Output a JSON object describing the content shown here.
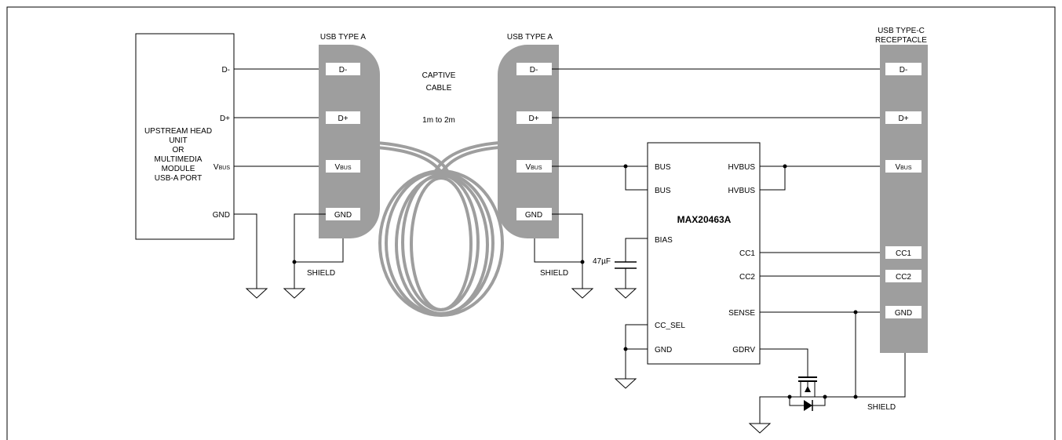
{
  "host": {
    "lines": [
      "UPSTREAM HEAD",
      "UNIT",
      "OR",
      "MULTIMEDIA",
      "MODULE",
      "USB-A PORT"
    ],
    "pins": {
      "dminus": "D-",
      "dplus": "D+",
      "vbus_main": "V",
      "vbus_sub": "BUS",
      "gnd": "GND"
    }
  },
  "connector_left": {
    "title": "USB TYPE A",
    "pins": {
      "dminus": "D-",
      "dplus": "D+",
      "vbus_main": "V",
      "vbus_sub": "BUS",
      "gnd": "GND"
    }
  },
  "connector_right": {
    "title": "USB TYPE A",
    "pins": {
      "dminus": "D-",
      "dplus": "D+",
      "vbus_main": "V",
      "vbus_sub": "BUS",
      "gnd": "GND"
    }
  },
  "cable": {
    "line1": "CAPTIVE",
    "line2": "CABLE",
    "length": "1m to 2m"
  },
  "shield_left": "SHIELD",
  "shield_mid": "SHIELD",
  "shield_right": "SHIELD",
  "capacitor": "47µF",
  "chip": {
    "name": "MAX20463A",
    "left_pins": {
      "bus1": "BUS",
      "bus2": "BUS",
      "bias": "BIAS",
      "cc_sel": "CC_SEL",
      "gnd": "GND"
    },
    "right_pins": {
      "hvbus1": "HVBUS",
      "hvbus2": "HVBUS",
      "cc1": "CC1",
      "cc2": "CC2",
      "sense": "SENSE",
      "gdrv": "GDRV"
    }
  },
  "typec": {
    "title1": "USB TYPE-C",
    "title2": "RECEPTACLE",
    "pins": {
      "dminus": "D-",
      "dplus": "D+",
      "vbus_main": "V",
      "vbus_sub": "BUS",
      "cc1": "CC1",
      "cc2": "CC2",
      "gnd": "GND"
    }
  }
}
